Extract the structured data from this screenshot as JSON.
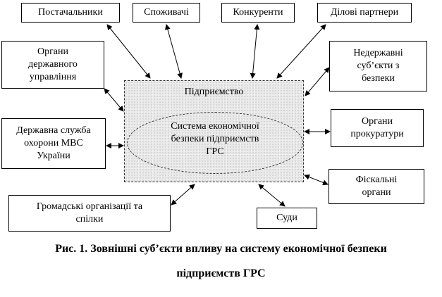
{
  "diagram": {
    "nodes": {
      "suppliers": "Постачальники",
      "consumers": "Споживачі",
      "competitors": "Конкуренти",
      "partners": "Ділові партнери",
      "state_authorities": "Органи\nдержавного\nуправління",
      "nonstate_security": "Недержавні\nсуб’єкти з\nбезпеки",
      "state_guard_service": "Державна служба\nохорони МВС\nУкраїни",
      "prosecutors": "Органи\nпрокуратури",
      "fiscal_bodies": "Фіскальні\nоргани",
      "public_organizations": "Громадські організації та\nспілки",
      "courts": "Суди"
    },
    "enterprise_label": "Підприємство",
    "core_label": "Система економічної\nбезпеки підприємств\nГРС"
  },
  "caption": {
    "line1": "Рис. 1. Зовнішні суб’єкти впливу на систему економічної безпеки",
    "line2": "підприємств ГРС"
  }
}
